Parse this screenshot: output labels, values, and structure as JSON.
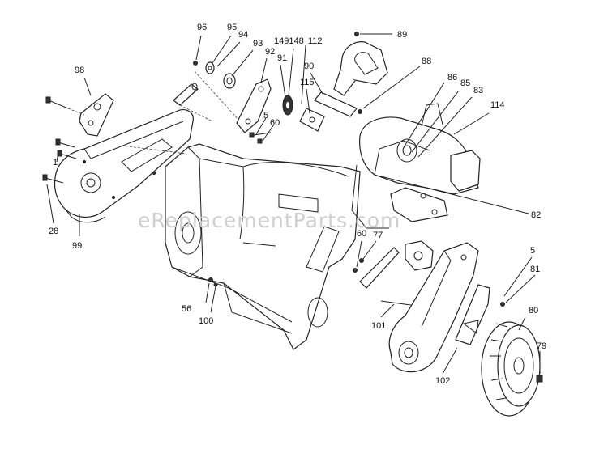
{
  "watermark": "eReplacementParts.com",
  "callouts": [
    {
      "id": "c96",
      "text": "96"
    },
    {
      "id": "c95",
      "text": "95"
    },
    {
      "id": "c94",
      "text": "94"
    },
    {
      "id": "c93",
      "text": "93"
    },
    {
      "id": "c149148",
      "text": "149148"
    },
    {
      "id": "c112",
      "text": "112"
    },
    {
      "id": "c91",
      "text": "91"
    },
    {
      "id": "c92",
      "text": "92"
    },
    {
      "id": "c90",
      "text": "90"
    },
    {
      "id": "c89",
      "text": "89"
    },
    {
      "id": "c98",
      "text": "98"
    },
    {
      "id": "c88",
      "text": "88"
    },
    {
      "id": "c86",
      "text": "86"
    },
    {
      "id": "c85",
      "text": "85"
    },
    {
      "id": "c83",
      "text": "83"
    },
    {
      "id": "c114",
      "text": "114"
    },
    {
      "id": "c115",
      "text": "115"
    },
    {
      "id": "c5a",
      "text": "5"
    },
    {
      "id": "c60a",
      "text": "60"
    },
    {
      "id": "c1",
      "text": "1"
    },
    {
      "id": "c82",
      "text": "82"
    },
    {
      "id": "c28",
      "text": "28"
    },
    {
      "id": "c99",
      "text": "99"
    },
    {
      "id": "c60b",
      "text": "60"
    },
    {
      "id": "c77",
      "text": "77"
    },
    {
      "id": "c5b",
      "text": "5"
    },
    {
      "id": "c81",
      "text": "81"
    },
    {
      "id": "c56",
      "text": "56"
    },
    {
      "id": "c100",
      "text": "100"
    },
    {
      "id": "c101",
      "text": "101"
    },
    {
      "id": "c80",
      "text": "80"
    },
    {
      "id": "c79",
      "text": "79"
    },
    {
      "id": "c102",
      "text": "102"
    }
  ]
}
